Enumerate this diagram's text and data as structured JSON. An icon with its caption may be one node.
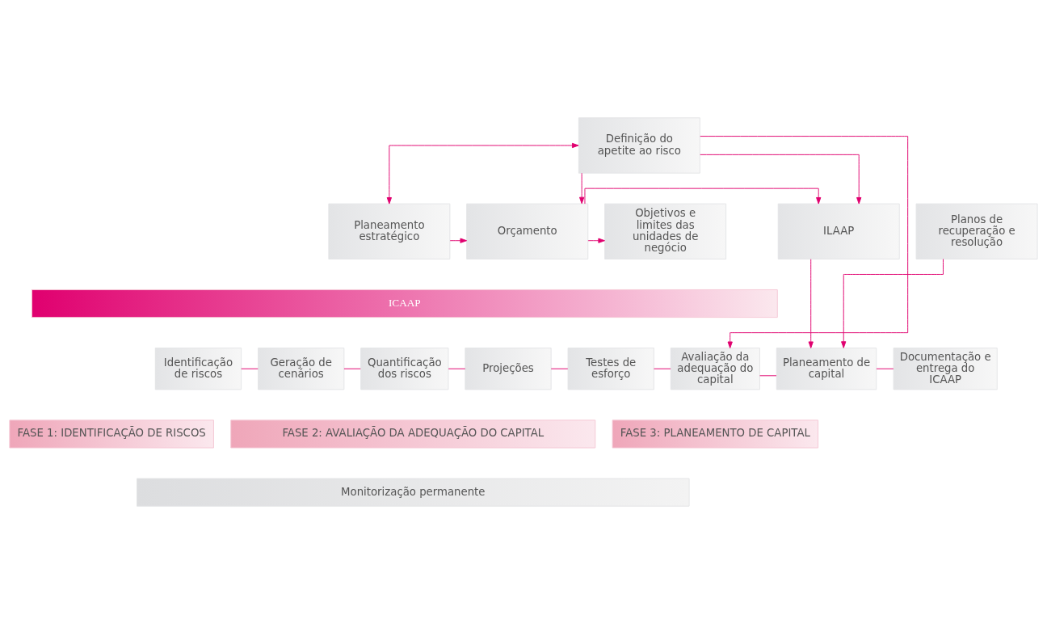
{
  "diagram": {
    "nodes": [
      {
        "text": [
          "Definição do apetite ao risco"
        ]
      },
      {
        "text": [
          "Planeamento estratégico"
        ]
      },
      {
        "text": [
          "Orçamento"
        ]
      },
      {
        "text": [
          "Objetivos e limites das unidades de negócio"
        ]
      },
      {
        "text": [
          "ILAAP"
        ]
      },
      {
        "text": [
          "Planos de recuperação e resolução"
        ]
      },
      {
        "text": [
          "ICAAP"
        ]
      },
      {
        "text": [
          "Identificação de riscos"
        ]
      },
      {
        "text": [
          "Geração de cenários"
        ]
      },
      {
        "text": [
          "Quantificação dos riscos"
        ]
      },
      {
        "text": [
          "Projeções"
        ]
      },
      {
        "text": [
          "Testes de esforço"
        ]
      },
      {
        "text": [
          "Avaliação da adequação do capital"
        ]
      },
      {
        "text": [
          "Planeamento de capital"
        ]
      },
      {
        "text": [
          "Documentação e entrega do ICAAP"
        ]
      },
      {
        "text": [
          "FASE 1: IDENTIFICAÇÃO DE RISCOS"
        ]
      },
      {
        "text": [
          "FASE 2: AVALIAÇÃO DA ADEQUAÇÃO DO CAPITAL"
        ]
      },
      {
        "text": [
          "FASE 3: PLANEAMENTO DE CAPITAL"
        ]
      },
      {
        "text": [
          "Monitorização permanente"
        ]
      }
    ],
    "edges": [
      {
        "from": 0,
        "to": 1,
        "arrow": "both"
      },
      {
        "from": 0,
        "to": 2,
        "arrow": "to"
      },
      {
        "from": 0,
        "to": 4,
        "arrow": "to"
      },
      {
        "from": 0,
        "to": 12,
        "arrow": "to"
      },
      {
        "from": 1,
        "to": 2,
        "arrow": "to"
      },
      {
        "from": 2,
        "to": 3,
        "arrow": "to"
      },
      {
        "from": 2,
        "to": 4,
        "arrow": "to"
      },
      {
        "from": 4,
        "to": 13,
        "arrow": "to"
      },
      {
        "from": 5,
        "to": 13,
        "arrow": "to"
      },
      {
        "from": 7,
        "to": 8,
        "arrow": "none"
      },
      {
        "from": 8,
        "to": 9,
        "arrow": "none"
      },
      {
        "from": 9,
        "to": 10,
        "arrow": "none"
      },
      {
        "from": 10,
        "to": 11,
        "arrow": "none"
      },
      {
        "from": 11,
        "to": 12,
        "arrow": "none"
      },
      {
        "from": 12,
        "to": 13,
        "arrow": "none"
      },
      {
        "from": 13,
        "to": 14,
        "arrow": "none"
      }
    ]
  }
}
